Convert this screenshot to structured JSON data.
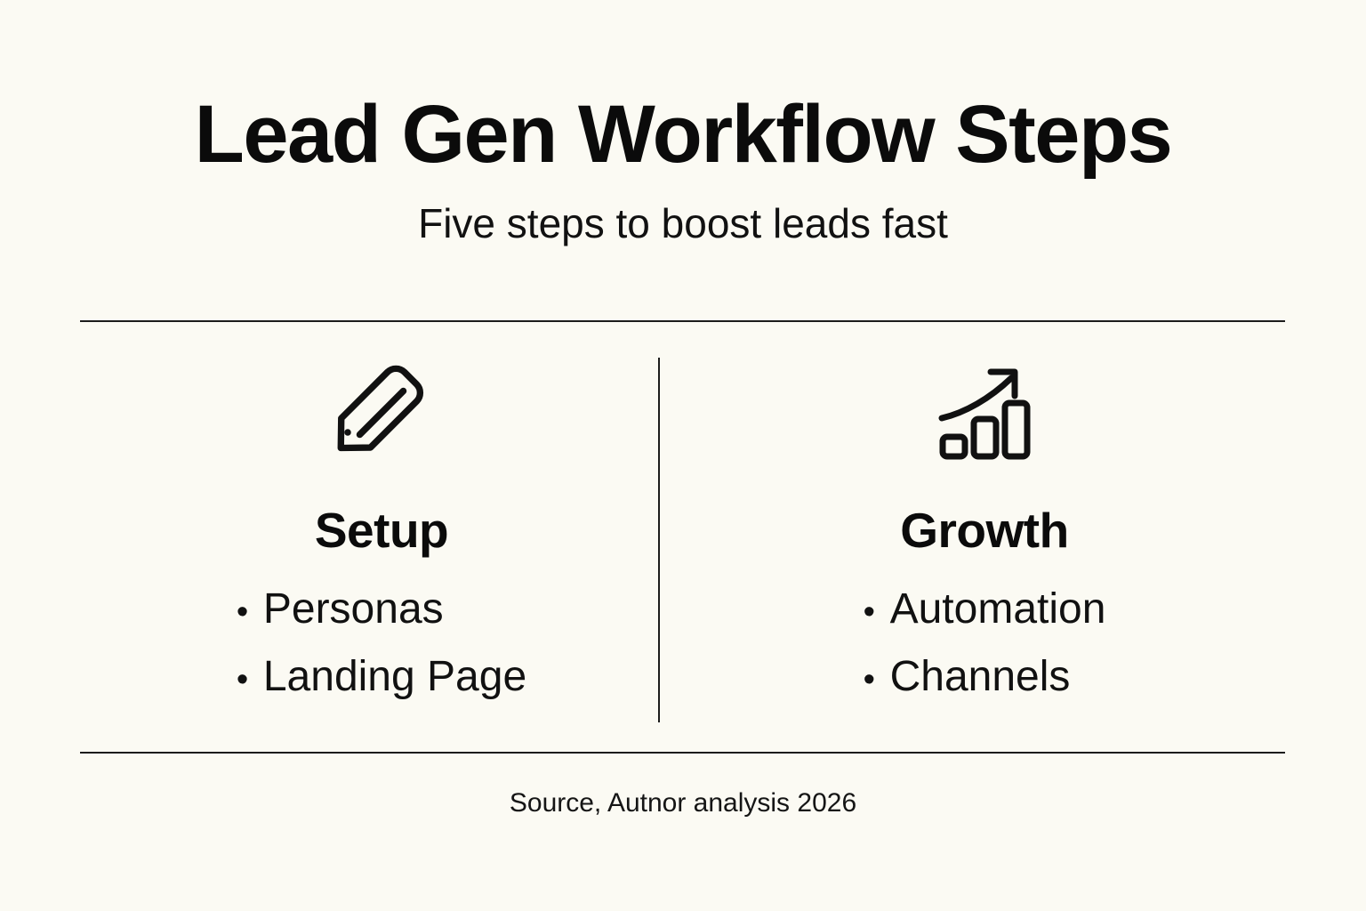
{
  "background_color": "#FBFAF3",
  "text_color": "#111111",
  "rule_color": "#1C1C1C",
  "header": {
    "title": "Lead Gen Workflow Steps",
    "subtitle": "Five steps to boost leads fast"
  },
  "columns": [
    {
      "icon": "pencil-icon",
      "heading": "Setup",
      "bullet_marker": "•",
      "bullets": [
        {
          "label": "Personas"
        },
        {
          "label": "Landing Page"
        }
      ]
    },
    {
      "icon": "growth-chart-icon",
      "heading": "Growth",
      "bullet_marker": "•",
      "bullets": [
        {
          "label": "Automation"
        },
        {
          "label": "Channels"
        }
      ]
    }
  ],
  "footer": {
    "source": "Source, Autnor analysis 2026"
  }
}
